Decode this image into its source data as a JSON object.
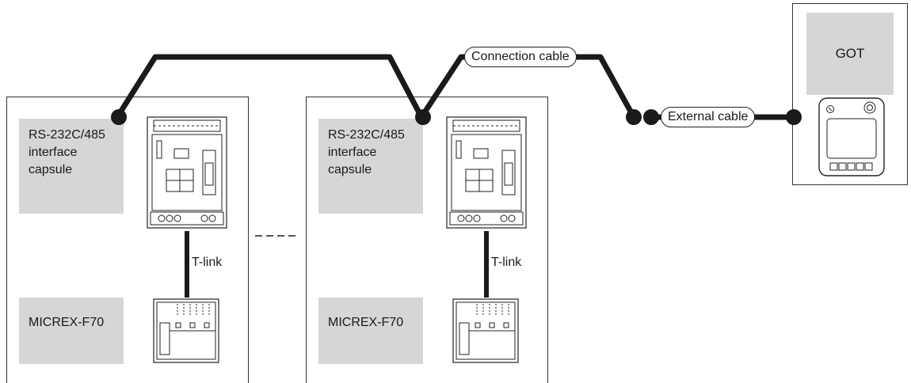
{
  "diagram": {
    "cables": {
      "connection": "Connection cable",
      "external": "External cable"
    },
    "got": {
      "label": "GOT"
    },
    "stations": [
      {
        "interface": "RS-232C/485\ninterface\ncapsule",
        "link": "T-link",
        "plc": "MICREX-F70"
      },
      {
        "interface": "RS-232C/485\ninterface\ncapsule",
        "link": "T-link",
        "plc": "MICREX-F70"
      }
    ],
    "colors": {
      "label_bg": "#d6d6d6",
      "line": "#1a1a1a"
    }
  }
}
